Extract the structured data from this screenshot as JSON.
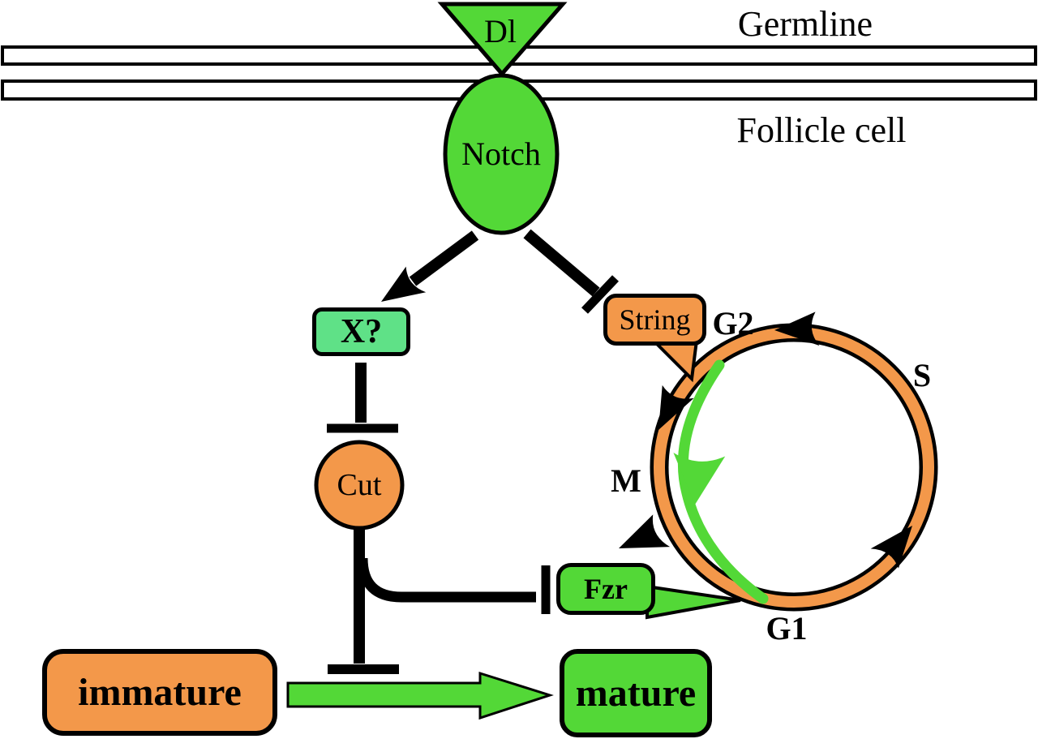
{
  "figure": {
    "type": "signaling-pathway-diagram",
    "description_labels_only": true
  },
  "colors": {
    "green": "#53D837",
    "seafoam_green": "#5FE187",
    "orange": "#F3984A",
    "black": "#000000",
    "white": "#ffffff"
  },
  "labels": {
    "germline": "Germline",
    "follicle_cell": "Follicle cell",
    "dl": "Dl",
    "notch": "Notch",
    "x_unknown": "X?",
    "string": "String",
    "cut": "Cut",
    "fzr": "Fzr",
    "immature": "immature",
    "mature": "mature",
    "g2": "G2",
    "s": "S",
    "g1": "G1",
    "m": "M"
  }
}
